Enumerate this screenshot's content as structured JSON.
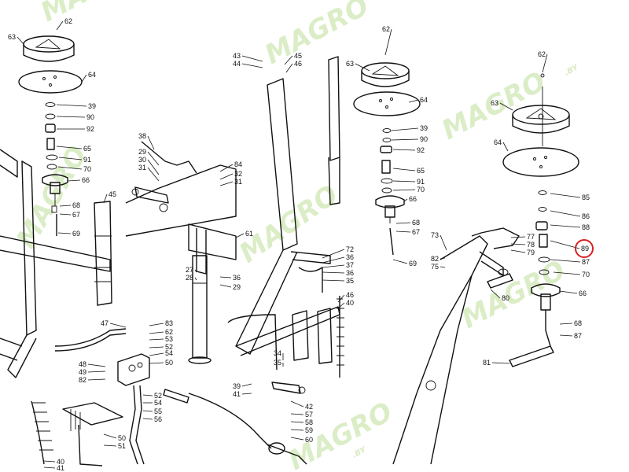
{
  "watermark": {
    "brand": "MAGRO",
    "suffix": ".BY"
  },
  "highlight": {
    "label": "89",
    "color": "#d82020"
  },
  "labels": {
    "left_assembly": [
      "62",
      "63",
      "64",
      "39",
      "90",
      "92",
      "65",
      "91",
      "70",
      "66",
      "68",
      "67",
      "69",
      "45"
    ],
    "center_left_frame": [
      "38",
      "29",
      "30",
      "31",
      "84",
      "32",
      "31",
      "61",
      "27",
      "28",
      "36",
      "29",
      "43",
      "44",
      "45",
      "46"
    ],
    "center_right_frame": [
      "72",
      "36",
      "37",
      "36",
      "35",
      "46",
      "40",
      "34",
      "35",
      "39",
      "41"
    ],
    "center_assembly": [
      "62",
      "63",
      "64",
      "39",
      "90",
      "92",
      "65",
      "91",
      "70",
      "66",
      "68",
      "67",
      "69"
    ],
    "hydraulics": [
      "47",
      "48",
      "49",
      "82",
      "83",
      "62",
      "53",
      "52",
      "54",
      "50",
      "52",
      "54",
      "55",
      "56",
      "42",
      "57",
      "58",
      "59",
      "60",
      "50",
      "51",
      "40",
      "41"
    ],
    "right_linkage": [
      "73",
      "77",
      "78",
      "79",
      "82",
      "75",
      "80"
    ],
    "right_assembly": [
      "62",
      "63",
      "64",
      "85",
      "86",
      "88",
      "89",
      "87",
      "70",
      "66",
      "68",
      "87",
      "81"
    ]
  }
}
